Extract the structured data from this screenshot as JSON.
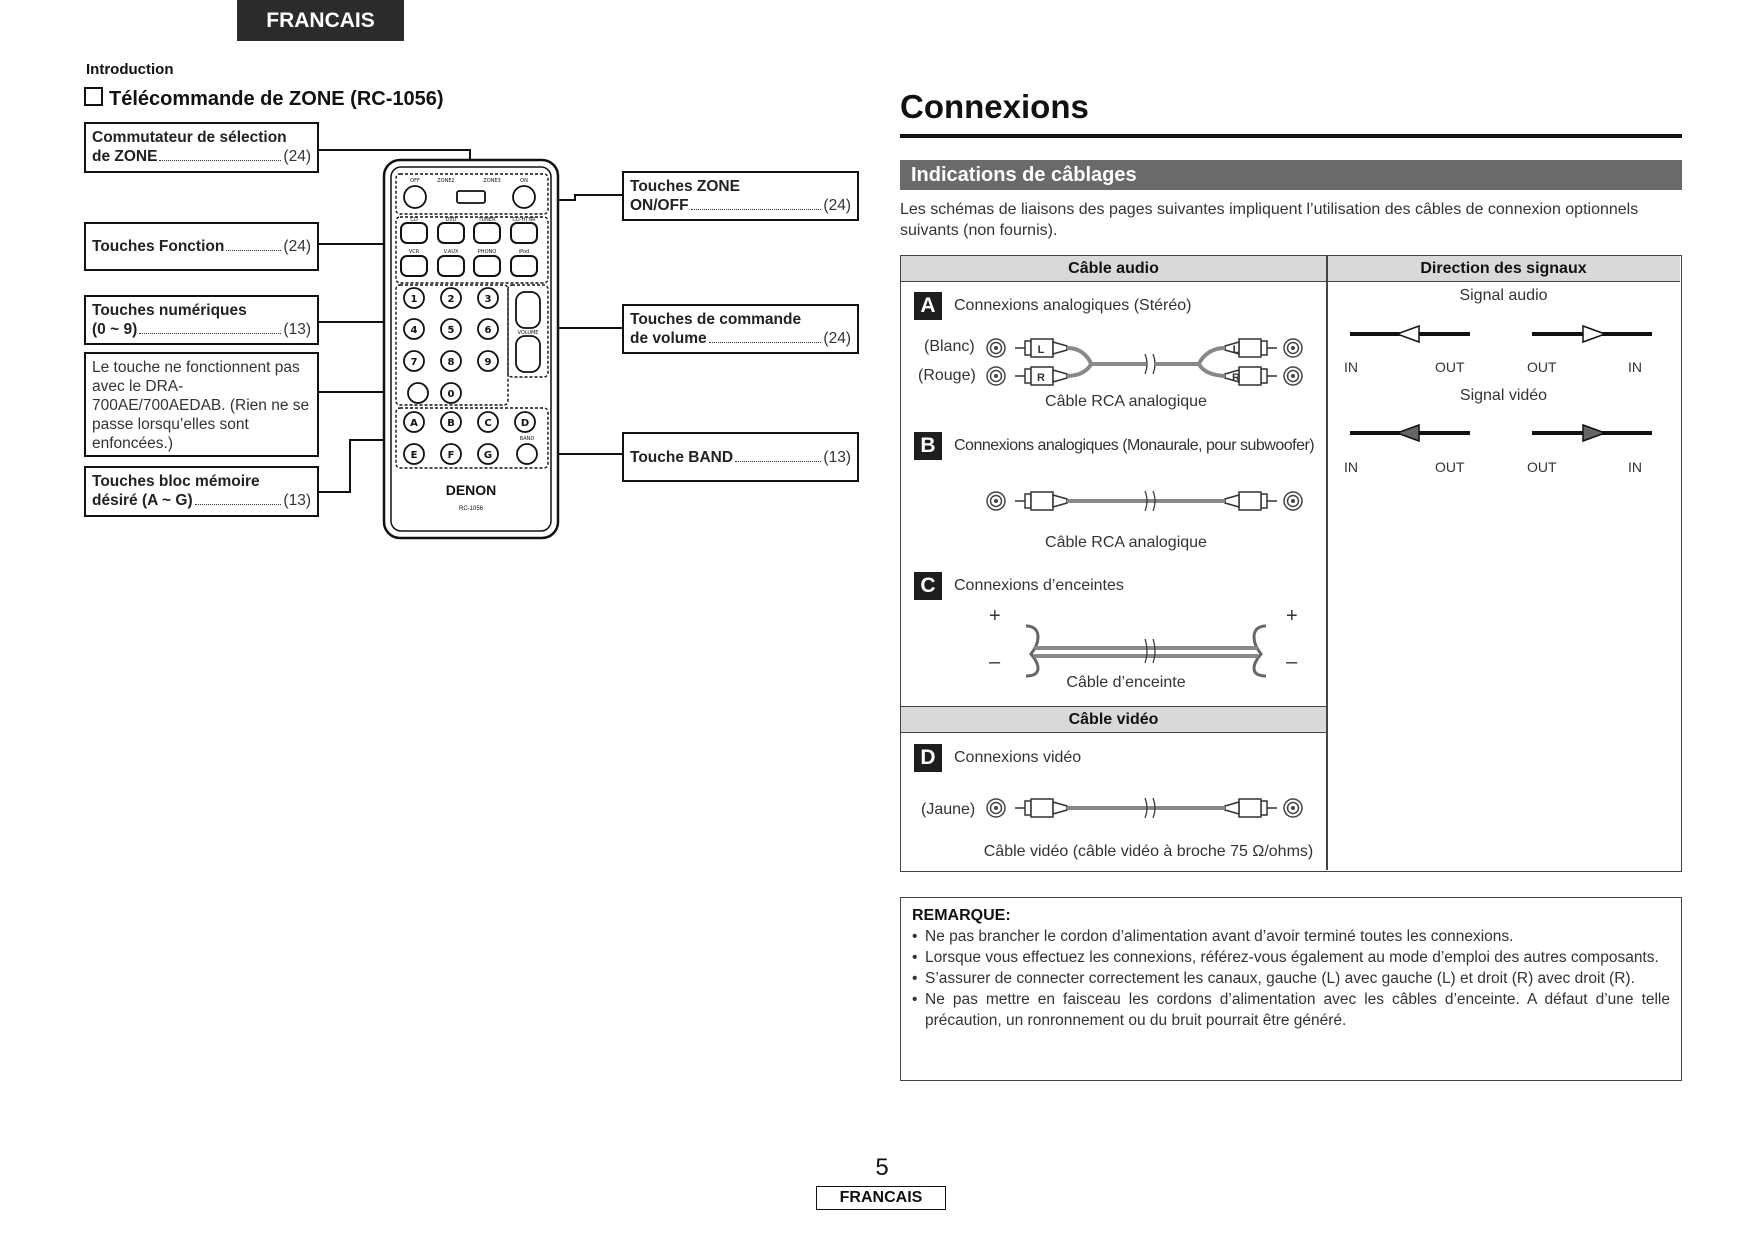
{
  "header": {
    "language_tab": "FRANCAIS",
    "section": "Introduction"
  },
  "remote": {
    "title": "Télécommande de ZONE (RC-1056)",
    "callouts": {
      "zone_selector": {
        "line1": "Commutateur de sélection",
        "line2": "de ZONE",
        "page": "(24)"
      },
      "function_keys": {
        "label": "Touches Fonction",
        "page": "(24)"
      },
      "numeric_keys": {
        "line1": "Touches numériques",
        "line2": "(0 ~ 9)",
        "page": "(13)"
      },
      "note": {
        "text": "Le touche ne fonctionnent pas avec le DRA-700AE/700AEDAB. (Rien ne se passe lorsqu’elles sont enfoncées.)"
      },
      "memory_block": {
        "line1": "Touches bloc mémoire",
        "line2": "désiré (A ~ G)",
        "page": "(13)"
      },
      "zone_onoff": {
        "line1": "Touches ZONE",
        "line2": "ON/OFF",
        "page": "(24)"
      },
      "volume": {
        "line1": "Touches de commande",
        "line2": "de volume",
        "page": "(24)"
      },
      "band": {
        "label": "Touche BAND",
        "page": "(13)"
      }
    },
    "device": {
      "brand": "DENON",
      "model": "RC-1056",
      "top_labels": [
        "OFF",
        "ZONE2",
        "ZONE3",
        "ON"
      ],
      "function_labels_top": [
        "CD",
        "DVD",
        "TUNER",
        "CD-HTNR"
      ],
      "function_labels_bottom": [
        "VCR",
        "V.AUX",
        "PHONO",
        "iPod"
      ],
      "digits": [
        "1",
        "2",
        "3",
        "4",
        "5",
        "6",
        "7",
        "8",
        "9",
        "0"
      ],
      "memory": [
        "A",
        "B",
        "C",
        "D",
        "E",
        "F",
        "G"
      ],
      "volume_label": "VOLUME",
      "band_label": "BAND"
    }
  },
  "connexions": {
    "title": "Connexions",
    "subtitle": "Indications de câblages",
    "intro": "Les schémas de liaisons des pages suivantes impliquent l’utilisation des câbles de connexion optionnels suivants (non fournis).",
    "table": {
      "audio_header": "Câble audio",
      "direction_header": "Direction des signaux",
      "video_header": "Câble vidéo",
      "A": {
        "letter": "A",
        "title": "Connexions analogiques (Stéréo)",
        "white": "(Blanc)",
        "red": "(Rouge)",
        "caption": "Câble RCA analogique",
        "plug_l": "L",
        "plug_r": "R"
      },
      "B": {
        "letter": "B",
        "title": "Connexions analogiques (Monaurale, pour subwoofer)",
        "caption": "Câble RCA analogique"
      },
      "C": {
        "letter": "C",
        "title": "Connexions d’enceintes",
        "caption": "Câble d’enceinte",
        "plus": "+",
        "minus": "–"
      },
      "D": {
        "letter": "D",
        "title": "Connexions vidéo",
        "yellow": "(Jaune)",
        "caption": "Câble vidéo (câble vidéo à broche 75 Ω/ohms)"
      },
      "signals": {
        "audio": "Signal audio",
        "video": "Signal vidéo",
        "in": "IN",
        "out": "OUT"
      }
    },
    "remark": {
      "title": "REMARQUE:",
      "items": [
        "Ne pas brancher le cordon d’alimentation avant d’avoir terminé toutes les connexions.",
        "Lorsque vous effectuez les connexions, référez-vous également au mode d’emploi des autres composants.",
        "S’assurer de connecter correctement les canaux, gauche (L) avec gauche (L) et droit (R) avec droit (R).",
        "Ne pas mettre en faisceau les cordons d’alimentation avec les câbles d’enceinte. A défaut d’une telle précaution, un ronronnement ou du bruit pourrait être généré."
      ]
    }
  },
  "footer": {
    "page_number": "5",
    "language_tab": "FRANCAIS"
  }
}
